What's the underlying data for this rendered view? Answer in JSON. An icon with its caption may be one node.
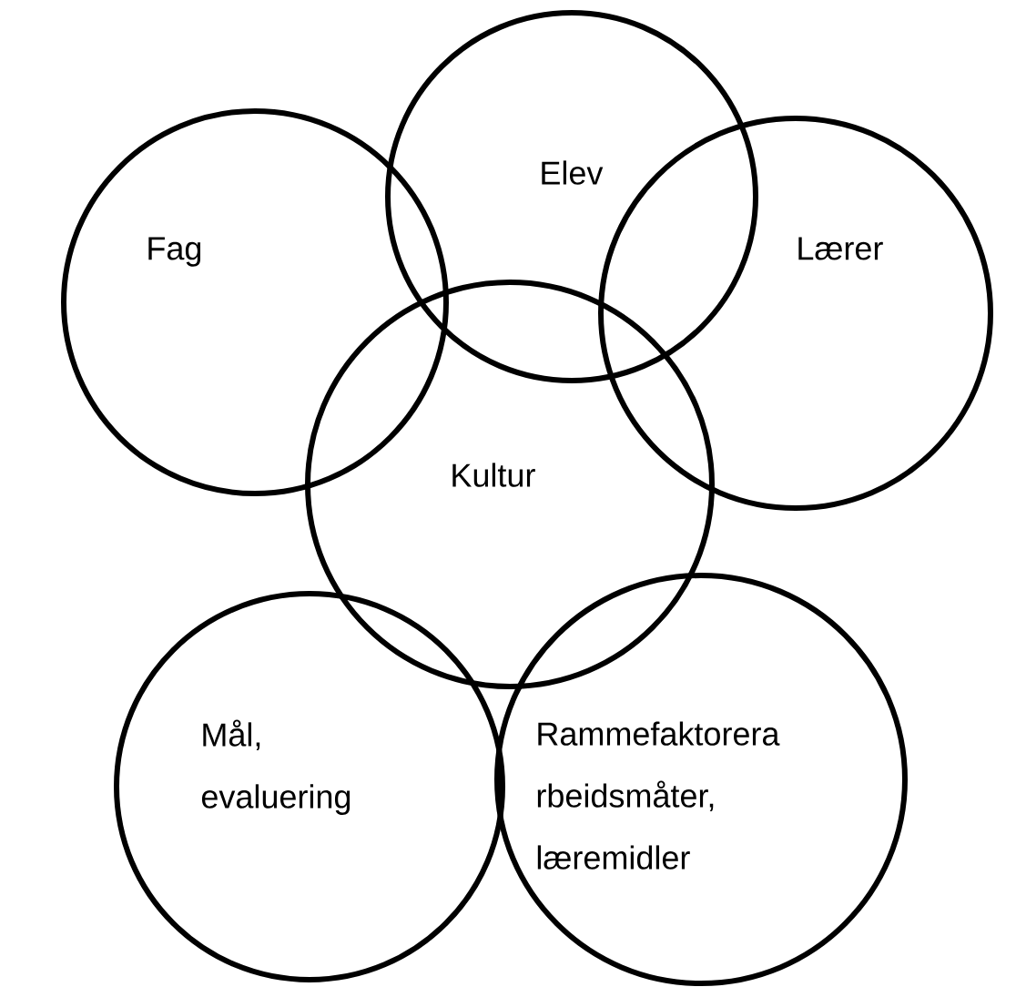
{
  "diagram": {
    "nodes": [
      {
        "text": [
          "Elev"
        ]
      },
      {
        "text": [
          "Fag"
        ]
      },
      {
        "text": [
          "Lærer"
        ]
      },
      {
        "text": [
          "Kultur"
        ]
      },
      {
        "text": [
          "Mål, evaluering"
        ]
      },
      {
        "text": [
          "Rammefaktorera rbeidsmåter, læremidler"
        ]
      }
    ]
  }
}
